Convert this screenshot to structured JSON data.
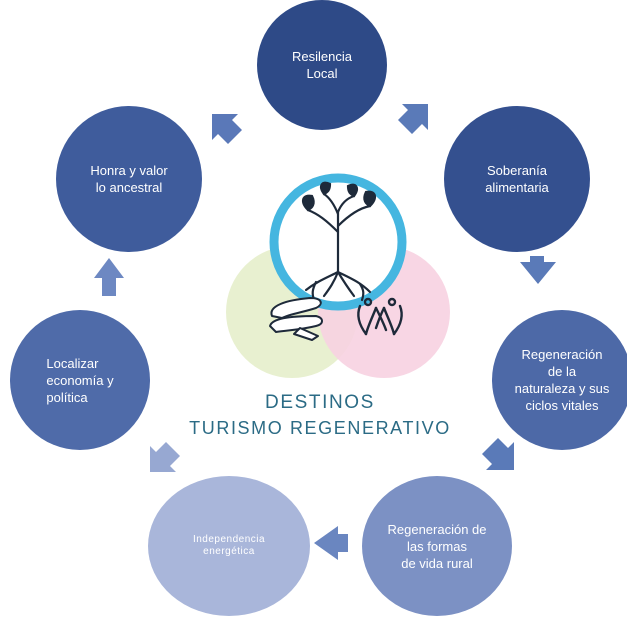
{
  "nodes": [
    {
      "label": "Resilencia\nLocal"
    },
    {
      "label": "Soberanía\nalimentaria"
    },
    {
      "label": "Regeneración\nde la\nnaturaleza y sus\nciclos vitales"
    },
    {
      "label": "Regeneración de\nlas formas\nde vida rural"
    },
    {
      "label": "Independencia\nenergética"
    },
    {
      "label": "Localizar\neconomía y\npolítica"
    },
    {
      "label": "Honra y valor\nlo ancestral"
    }
  ],
  "title": {
    "line1": "DESTINOS",
    "line2": "TURISMO REGENERATIVO"
  },
  "colors": {
    "teal_ring": "#45b6e0",
    "green_circle": "#e8f0d0",
    "pink_circle": "#f7d2e1",
    "title_text": "#2b6b85"
  },
  "icons": [
    "tree-icon",
    "hands-icon",
    "people-icon"
  ]
}
